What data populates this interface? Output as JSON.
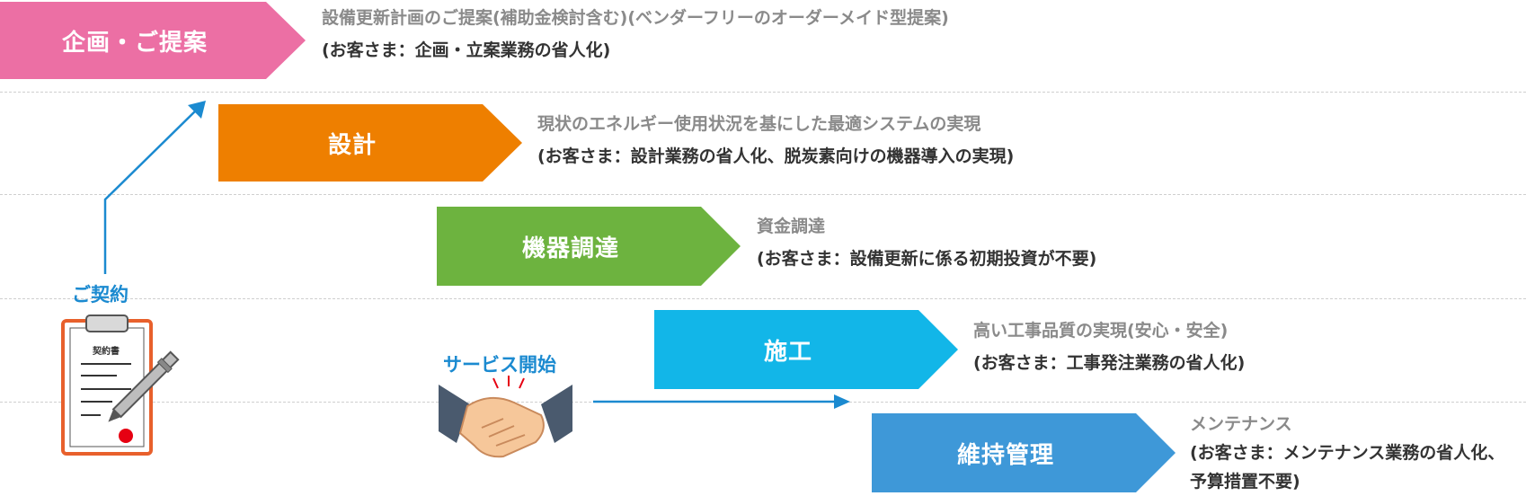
{
  "colors": {
    "planning": "#ec6fa4",
    "design": "#ee7f00",
    "procurement": "#6db33f",
    "construction": "#12b6e8",
    "maintenance": "#3e98d8",
    "arrow": "#1b8ad0"
  },
  "steps": [
    {
      "label": "企画・ご提案",
      "desc": "設備更新計画のご提案(補助金検討含む)(ベンダーフリーのオーダーメイド型提案)",
      "desc_lines": [
        "(お客さま：企画・立案業務の省人化)"
      ]
    },
    {
      "label": "設計",
      "desc": "現状のエネルギー使用状況を基にした最適システムの実現",
      "desc_lines": [
        "(お客さま：設計業務の省人化、脱炭素向けの機器導入の実現)"
      ]
    },
    {
      "label": "機器調達",
      "desc": "資金調達",
      "desc_lines": [
        "(お客さま：設備更新に係る初期投資が不要)"
      ]
    },
    {
      "label": "施工",
      "desc": "高い工事品質の実現(安心・安全)",
      "desc_lines": [
        "(お客さま：工事発注業務の省人化)"
      ]
    },
    {
      "label": "維持管理",
      "desc": "メンテナンス",
      "desc_lines": [
        "(お客さま：メンテナンス業務の省人化、",
        "予算措置不要)"
      ]
    }
  ],
  "contract": {
    "label": "ご契約",
    "doc_title": "契約書",
    "icon": "clipboard-contract-icon"
  },
  "service_start": {
    "label": "サービス開始",
    "icon": "handshake-icon"
  }
}
